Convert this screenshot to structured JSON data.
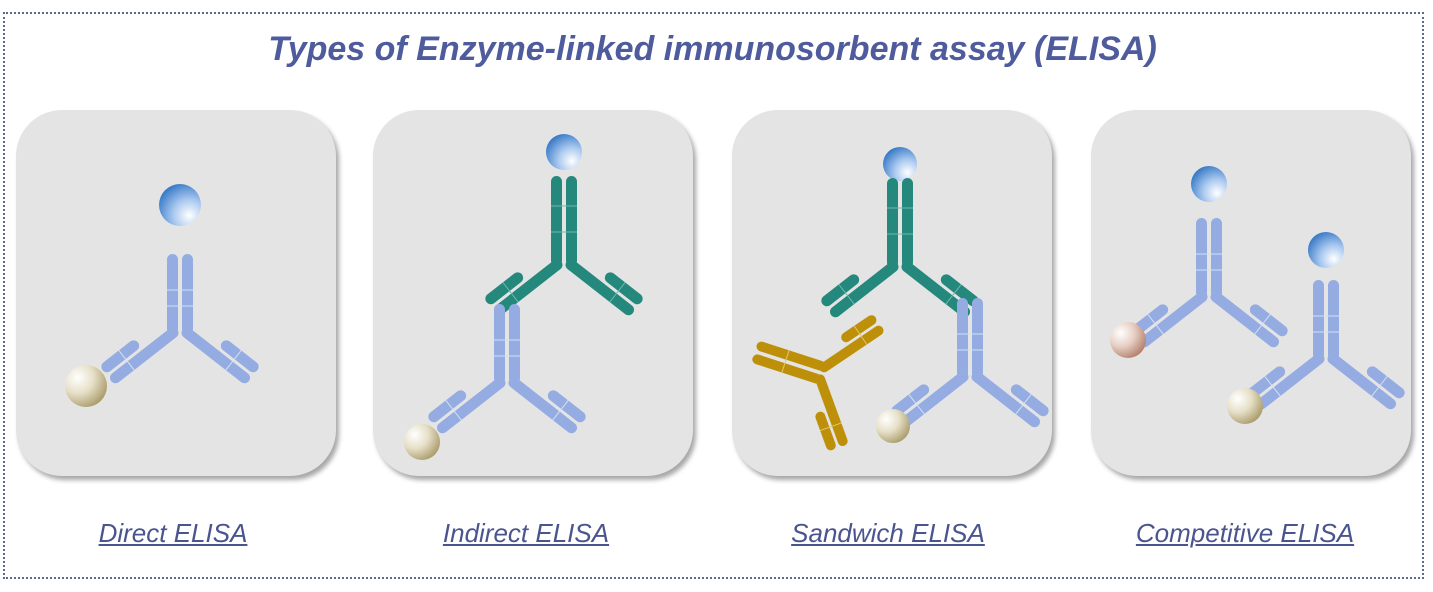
{
  "title": "Types of Enzyme-linked immunosorbent assay (ELISA)",
  "panels": [
    {
      "label": "Direct ELISA"
    },
    {
      "label": "Indirect ELISA"
    },
    {
      "label": "Sandwich ELISA"
    },
    {
      "label": "Competitive ELISA"
    }
  ],
  "colors": {
    "title": "#4e5b9c",
    "label": "#4a5590",
    "panel_bg": "#e4e4e4",
    "antibody_blue": "#94ace2",
    "antibody_teal": "#24897c",
    "antibody_gold": "#be900a",
    "enzyme_blue": "#3e82cf",
    "antigen_beige": "#c7b88e",
    "antigen_pink": "#c49a88"
  }
}
